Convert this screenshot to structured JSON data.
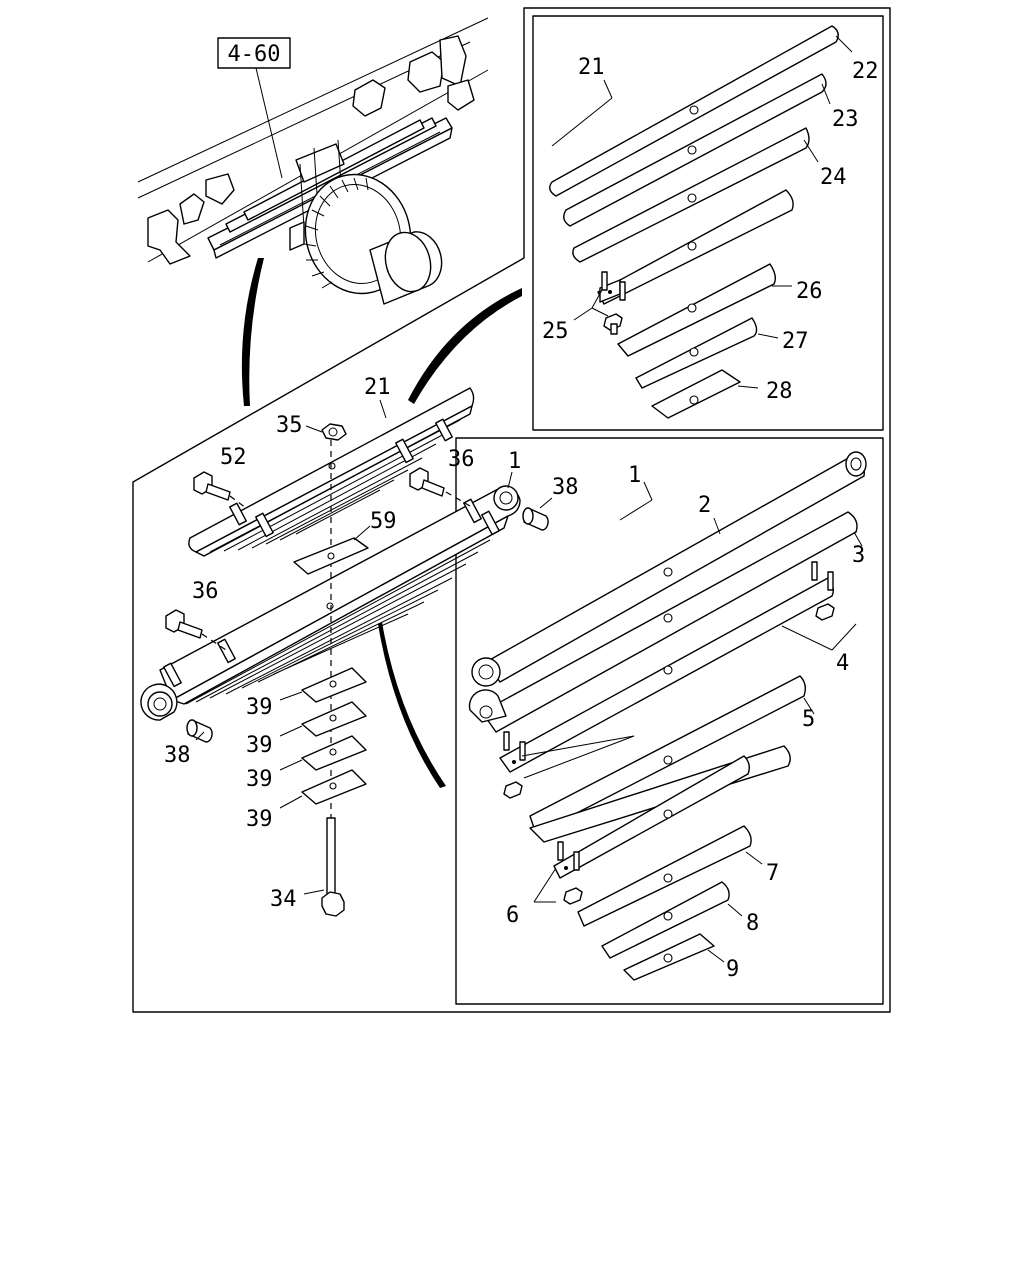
{
  "reference_box": "4-60",
  "callouts": {
    "c21_top": "21",
    "c22": "22",
    "c23": "23",
    "c24": "24",
    "c25": "25",
    "c26": "26",
    "c27": "27",
    "c28": "28",
    "c21_mid": "21",
    "c35": "35",
    "c52": "52",
    "c36_a": "36",
    "c1_mid": "1",
    "c38_a": "38",
    "c59": "59",
    "c36_b": "36",
    "c39_a": "39",
    "c39_b": "39",
    "c39_c": "39",
    "c39_d": "39",
    "c38_b": "38",
    "c34": "34",
    "c1_right": "1",
    "c2": "2",
    "c3": "3",
    "c4": "4",
    "c5": "5",
    "c6": "6",
    "c7": "7",
    "c8": "8",
    "c9": "9"
  }
}
